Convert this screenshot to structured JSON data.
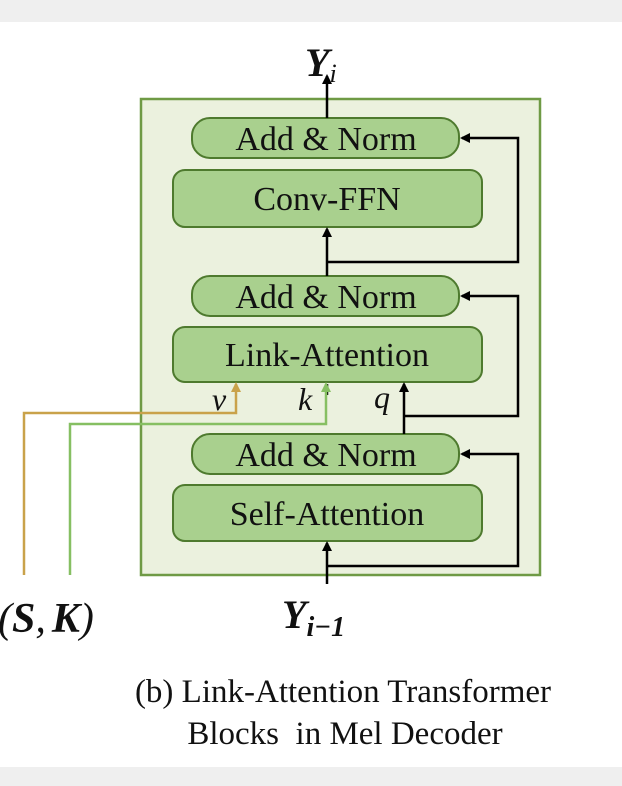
{
  "diagram": {
    "output_label": {
      "base": "Y",
      "sub": "i"
    },
    "input_label": {
      "base": "Y",
      "sub": "i−1"
    },
    "memory_label": {
      "open": "(",
      "s": "S",
      "comma": ",",
      "k": "K",
      "close": ")"
    },
    "blocks": {
      "add_norm_top": "Add & Norm",
      "conv_ffn": "Conv-FFN",
      "add_norm_middle": "Add & Norm",
      "link_attention": "Link-Attention",
      "add_norm_bottom": "Add & Norm",
      "self_attention": "Self-Attention"
    },
    "inputs": {
      "v": "v",
      "k": "k",
      "q": "q"
    },
    "caption_line1": "(b) Link-Attention Transformer",
    "caption_line2": "Blocks  in Mel Decoder"
  },
  "colors": {
    "outer_fill": "#ebf1de",
    "outer_stroke": "#6f9a45",
    "block_fill": "#a9d08e",
    "block_stroke": "#4e7a2e",
    "v_line": "#c9a24a",
    "k_line": "#86bf62",
    "arrow": "#000000"
  }
}
